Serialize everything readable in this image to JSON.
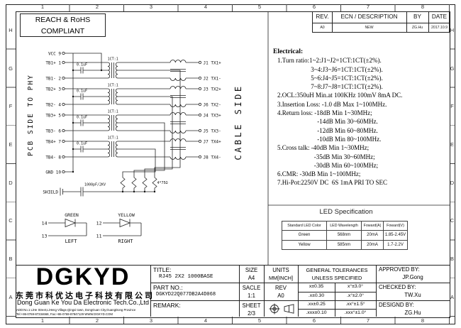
{
  "frame": {
    "top_numbers": [
      "1",
      "2",
      "3",
      "4",
      "5",
      "6",
      "7",
      "8"
    ],
    "bottom_numbers": [
      "1",
      "2",
      "3",
      "4",
      "5",
      "6",
      "7",
      "8"
    ],
    "left_letters": [
      "H",
      "G",
      "F",
      "E",
      "D",
      "C",
      "B",
      "A"
    ],
    "right_letters": [
      "H",
      "G",
      "F",
      "E",
      "D",
      "C",
      "B",
      "A"
    ]
  },
  "compliance": {
    "line1": "REACH & RoHS",
    "line2": "COMPLIANT"
  },
  "revision_table": {
    "headers": [
      "REV.",
      "ECN / DESCRIPTION",
      "BY",
      "DATE"
    ],
    "row": {
      "rev": "A0",
      "ecn": "NEW",
      "by": "ZG.Hu",
      "date": "2017.10.9"
    }
  },
  "schematic": {
    "left_side_label": "PCB SIDE TO PHY",
    "right_side_label": "CABLE SIDE",
    "left_pins": [
      "VCC 9",
      "TB1+ 1",
      "TB1- 2",
      "TB2+ 3",
      "TB2- 4",
      "TB3+ 5",
      "TB3- 6",
      "TB4+ 7",
      "TB4- 8",
      "GND 10"
    ],
    "right_pins": [
      "J1 TX1+",
      "J2 TX1-",
      "J3 TX2+",
      "J6 TX2-",
      "J4 TX3+",
      "J5 TX3-",
      "J7 TX4+",
      "J8 TX4-"
    ],
    "transformer_label": "1CT:1",
    "cap_label": "0.1uF",
    "shield_label": "SHIELD",
    "shield_cap_label": "1000pF/2KV",
    "resistor_label": "4*75Ω",
    "leds": {
      "green": {
        "color_label": "GREEN",
        "pin_top": "14",
        "pin_bottom": "13",
        "position_label": "LEFT"
      },
      "yellow": {
        "color_label": "YELLOW",
        "pin_top": "12",
        "pin_bottom": "11",
        "position_label": "RIGHT"
      }
    }
  },
  "electrical": {
    "heading": "Electrical:",
    "lines": [
      "1.Turn ratio:1~2:J1~J2=1CT:1CT(±2%).",
      "                     3~4:J3~J6=1CT:1CT(±2%).",
      "                     5~6:J4~J5=1CT:1CT(±2%).",
      "                     7~8:J7~J8=1CT:1CT(±2%).",
      "2.OCL:350uH Min.at 100KHz 100mV 8mA DC.",
      "3.Insertion Loss: -1.0 dB Max 1~100MHz.",
      "4.Return loss: -18dB Min 1~30MHz;",
      "                         -14dB Min 30~60MHz.",
      "                         -12dB Min 60~80MHz.",
      "                         -10dB Min 80~100MHz.",
      "5.Cross talk: -40dB Min 1~30MHz;",
      "                       -35dB Min 30~60MHz;",
      "                       -30dB Min 60~100MHz;",
      "6.CMR: -30dB Min 1~100MHz;",
      "7.Hi-Pot:2250V DC  6S 1mA PRI TO SEC"
    ]
  },
  "led_spec": {
    "title": "LED Specification",
    "headers": [
      "Standard LED Color",
      "LED Wavelength",
      "Foward(A)",
      "Foward(V)"
    ],
    "rows": [
      [
        "Green",
        "568nm",
        "20mA",
        "1.85-2.45V"
      ],
      [
        "Yellow",
        "585nm",
        "20mA",
        "1.7-2.2V"
      ]
    ]
  },
  "title_block": {
    "company": {
      "logo": "DGKYD",
      "name_cn": "东莞市科优达电子科技有限公司",
      "name_en": "Dong Guan Ke You Da Electronic Tech.Co.,Ltd",
      "address": "ADD:No.1 LiHe Street,LiHeng Village,Qingxi town, DongGuan City,GuangDong Province",
      "contact": "Tel:+86-0769-87334668, Fax:+86-0769-87847129  WWW.DGKYD.COM"
    },
    "title_label": "TITLE:",
    "title_value": "RJ45 2X2 1000BASE",
    "part_no_label": "PART NO.:",
    "part_no_value": "DGKYD22Q077DB2A4D068",
    "remark_label": "REMARK:",
    "size_label": "SIZE",
    "size_value": "A4",
    "scale_label": "SACLE",
    "scale_value": "1:1",
    "sheet_label": "SHEET",
    "sheet_value": "2/3",
    "units_label": "UNITS",
    "units_value": "MM[INCH]",
    "rev_label": "REV",
    "rev_value": "A0",
    "tolerances_title1": "GENERAL TOLERANCES",
    "tolerances_title2": "UNLESS SPECIFIED",
    "tol_linear": [
      "x±0.35",
      ".x±0.30",
      ".xx±0.25",
      ".xxx±0.10"
    ],
    "tol_angular": [
      "x°±3.0°",
      ".x°±2.0°",
      ".xx°±1.5°",
      ".xxx°±1.0°"
    ],
    "approved_label": "APPROVED BY:",
    "approved_value": "JP.Gong",
    "checked_label": "CHECKED BY:",
    "checked_value": "TW.Xu",
    "designed_label": "DESIGND BY:",
    "designed_value": "ZG.Hu"
  }
}
